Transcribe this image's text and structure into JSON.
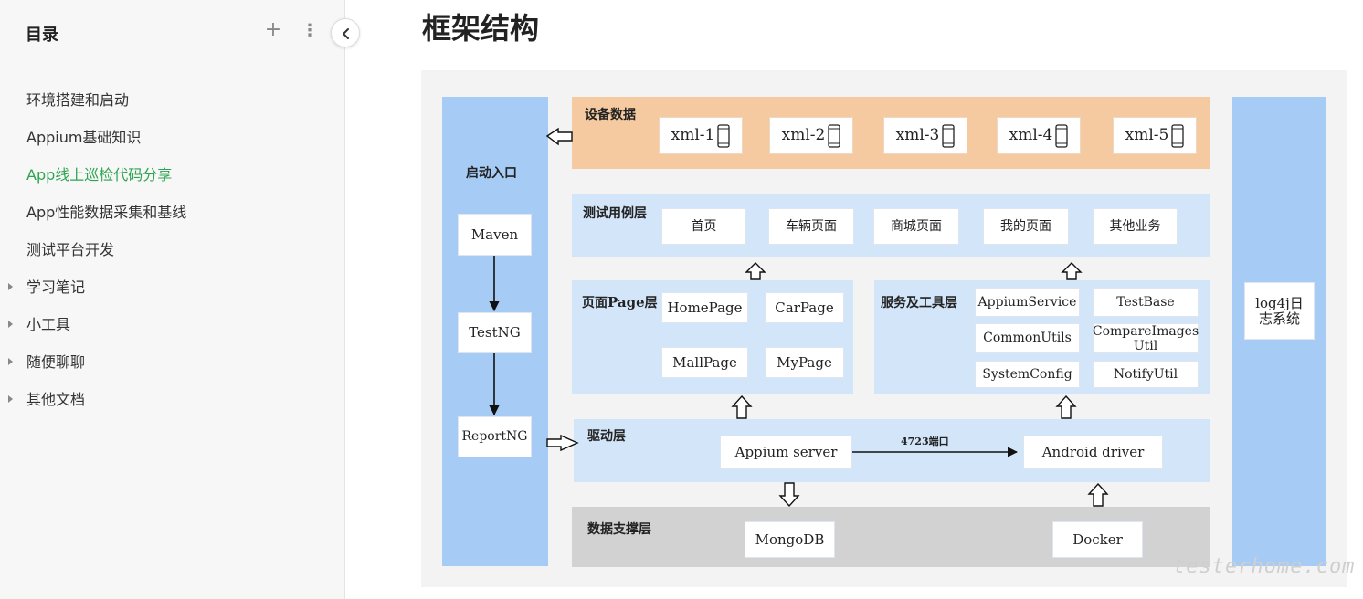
{
  "sidebar": {
    "title": "目录",
    "add_icon": "plus-icon",
    "more_icon": "vertical-dots-icon",
    "collapse_icon": "chevron-left-icon",
    "active_color": "#2ea44f",
    "items": [
      {
        "label": "环境搭建和启动",
        "expandable": false,
        "active": false
      },
      {
        "label": "Appium基础知识",
        "expandable": false,
        "active": false
      },
      {
        "label": "App线上巡检代码分享",
        "expandable": false,
        "active": true
      },
      {
        "label": "App性能数据采集和基线",
        "expandable": false,
        "active": false
      },
      {
        "label": "测试平台开发",
        "expandable": false,
        "active": false
      },
      {
        "label": "学习笔记",
        "expandable": true,
        "active": false
      },
      {
        "label": "小工具",
        "expandable": true,
        "active": false
      },
      {
        "label": "随便聊聊",
        "expandable": true,
        "active": false
      },
      {
        "label": "其他文档",
        "expandable": true,
        "active": false
      }
    ]
  },
  "main": {
    "title": "框架结构"
  },
  "diagram": {
    "colors": {
      "blue_column": "#a6cbf5",
      "device_layer": "#f5caa0",
      "light_layer": "#d3e5f9",
      "data_layer": "#d2d2d2"
    },
    "entry": {
      "title": "启动入口",
      "steps": [
        "Maven",
        "TestNG",
        "ReportNG"
      ]
    },
    "device": {
      "title": "设备数据",
      "items": [
        "xml-1",
        "xml-2",
        "xml-3",
        "xml-4",
        "xml-5"
      ],
      "icon": "phone-icon"
    },
    "testcase": {
      "title": "测试用例层",
      "items": [
        "首页",
        "车辆页面",
        "商城页面",
        "我的页面",
        "其他业务"
      ]
    },
    "page": {
      "title_prefix": "页面",
      "title_bold": "Page",
      "title_suffix": "层",
      "items": [
        "HomePage",
        "CarPage",
        "MallPage",
        "MyPage"
      ]
    },
    "service": {
      "title": "服务及工具层",
      "items": [
        "AppiumService",
        "TestBase",
        "CommonUtils",
        "CompareImages Util",
        "SystemConfig",
        "NotifyUtil"
      ]
    },
    "driver": {
      "title": "驱动层",
      "server": "Appium server",
      "port_label": "4723端口",
      "client": "Android driver"
    },
    "data": {
      "title": "数据支撑层",
      "items": [
        "MongoDB",
        "Docker"
      ]
    },
    "log": {
      "label": "log4j日志系统"
    }
  },
  "watermark": "testerhome.com"
}
